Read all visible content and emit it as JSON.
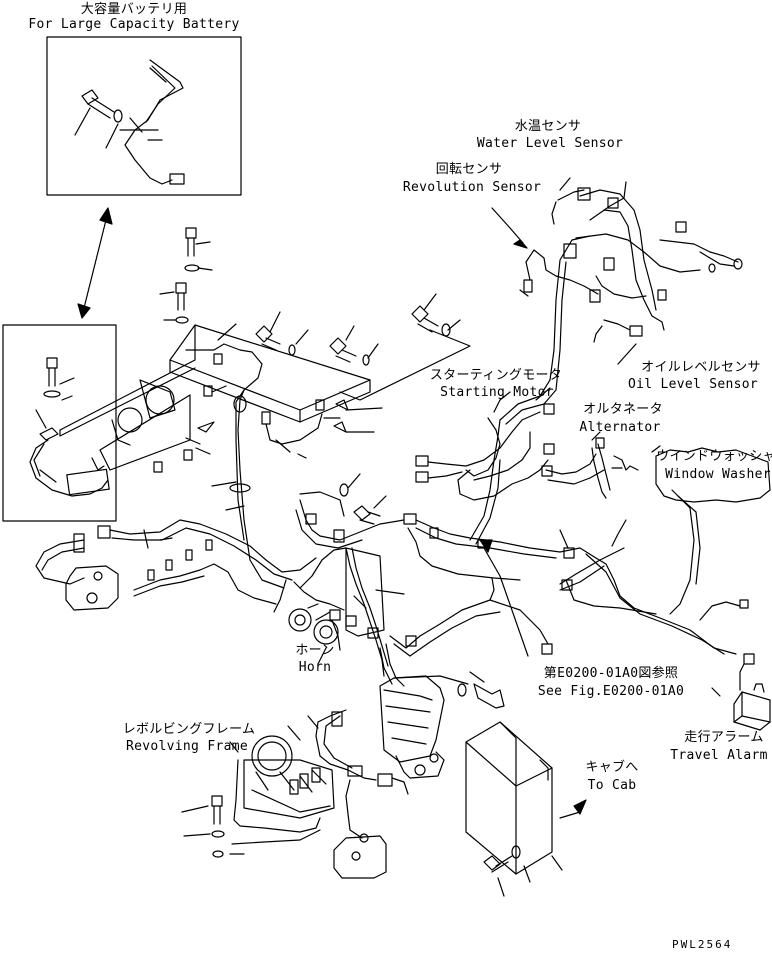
{
  "labels": {
    "battery_jp": "大容量バッテリ用",
    "battery_en": "For Large Capacity Battery",
    "water_jp": "水温センサ",
    "water_en": "Water Level Sensor",
    "revolution_jp": "回転センサ",
    "revolution_en": "Revolution Sensor",
    "oil_jp": "オイルレベルセンサ",
    "oil_en": "Oil Level Sensor",
    "starting_jp": "スターティングモータ",
    "starting_en": "Starting Motor",
    "alternator_jp": "オルタネータ",
    "alternator_en": "Alternator",
    "washer_jp": "ウインドウォッシャ",
    "washer_en": "Window Washer",
    "horn_jp": "ホーン",
    "horn_en": "Horn",
    "fig_jp": "第E0200-01A0図参照",
    "fig_en": "See Fig.E0200-01A0",
    "revolving_jp": "レボルビングフレーム",
    "revolving_en": "Revolving Frame",
    "travel_jp": "走行アラーム",
    "travel_en": "Travel Alarm",
    "cab_jp": "キャブへ",
    "cab_en": "To Cab",
    "code": "PWL2564"
  },
  "colors": {
    "ink": "#000000",
    "paper": "#ffffff"
  }
}
